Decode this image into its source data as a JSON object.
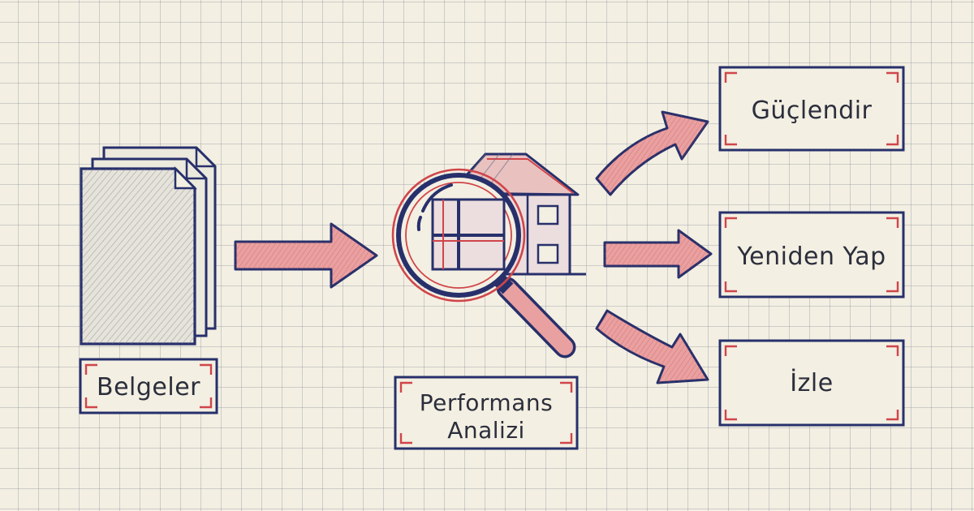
{
  "diagram": {
    "source": {
      "label": "Belgeler"
    },
    "analysis": {
      "line1": "Performans",
      "line2": "Analizi"
    },
    "outcomes": [
      {
        "label": "Güçlendir"
      },
      {
        "label": "Yeniden Yap"
      },
      {
        "label": "İzle"
      }
    ]
  },
  "colors": {
    "ink": "#27306b",
    "accent": "#d0454a",
    "accent_fill": "#e9a0a0",
    "text": "#2b2e3c",
    "paper": "#f3efe2"
  },
  "icons": {
    "source": "document-stack-icon",
    "analysis": "magnifying-glass-house-icon",
    "flow": "arrow-right-icon"
  }
}
